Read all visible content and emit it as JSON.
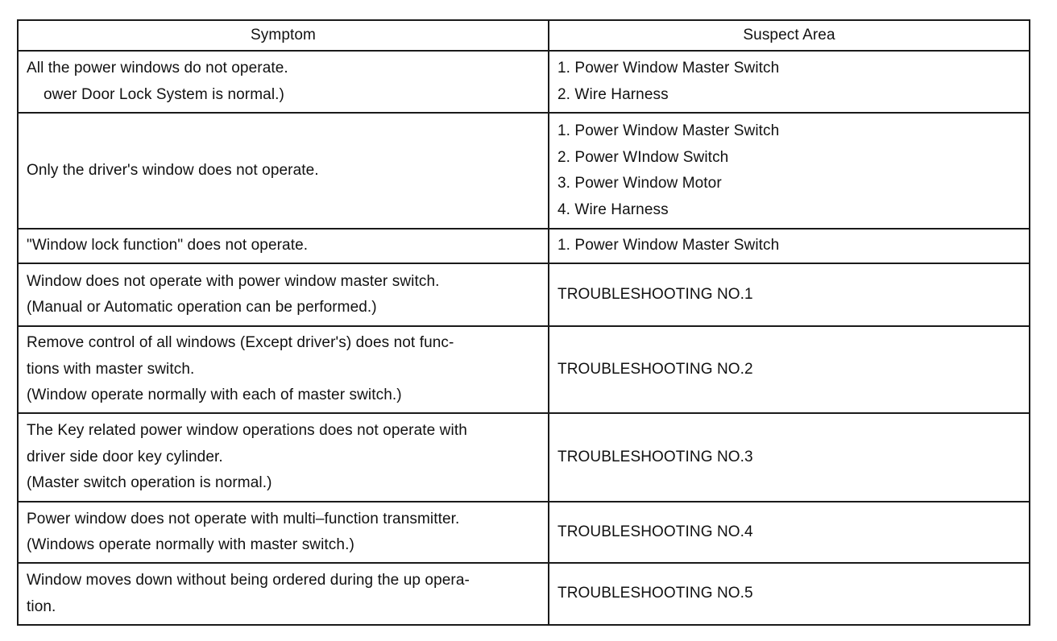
{
  "table": {
    "headers": {
      "symptom": "Symptom",
      "suspect_area": "Suspect Area"
    },
    "rows": [
      {
        "symptom": [
          "All the power windows do not operate.",
          "ower Door Lock System is normal.)"
        ],
        "suspect_area": [
          "1. Power Window Master Switch",
          "2. Wire Harness"
        ]
      },
      {
        "symptom": [
          "Only the driver's window does not operate."
        ],
        "suspect_area": [
          "1. Power Window Master Switch",
          "2. Power WIndow Switch",
          "3. Power Window Motor",
          "4. Wire Harness"
        ]
      },
      {
        "symptom": [
          "\"Window lock function\" does not operate."
        ],
        "suspect_area": [
          "1. Power Window Master Switch"
        ]
      },
      {
        "symptom": [
          "Window does not operate with power window master switch.",
          "(Manual or Automatic operation can be performed.)"
        ],
        "suspect_area": [
          "TROUBLESHOOTING NO.1"
        ]
      },
      {
        "symptom": [
          "Remove control of all windows (Except driver's) does not func-",
          "tions with master switch.",
          "(Window operate normally with each of master switch.)"
        ],
        "suspect_area": [
          "TROUBLESHOOTING NO.2"
        ]
      },
      {
        "symptom": [
          "The Key related power window operations does not operate with",
          "driver side door key cylinder.",
          "(Master switch operation is normal.)"
        ],
        "suspect_area": [
          "TROUBLESHOOTING NO.3"
        ]
      },
      {
        "symptom": [
          "Power window does not operate with multi–function transmitter.",
          "(Windows operate normally with master switch.)"
        ],
        "suspect_area": [
          "TROUBLESHOOTING NO.4"
        ]
      },
      {
        "symptom": [
          "Window moves down without being ordered during the up opera-",
          "tion."
        ],
        "suspect_area": [
          "TROUBLESHOOTING NO.5"
        ]
      }
    ]
  }
}
